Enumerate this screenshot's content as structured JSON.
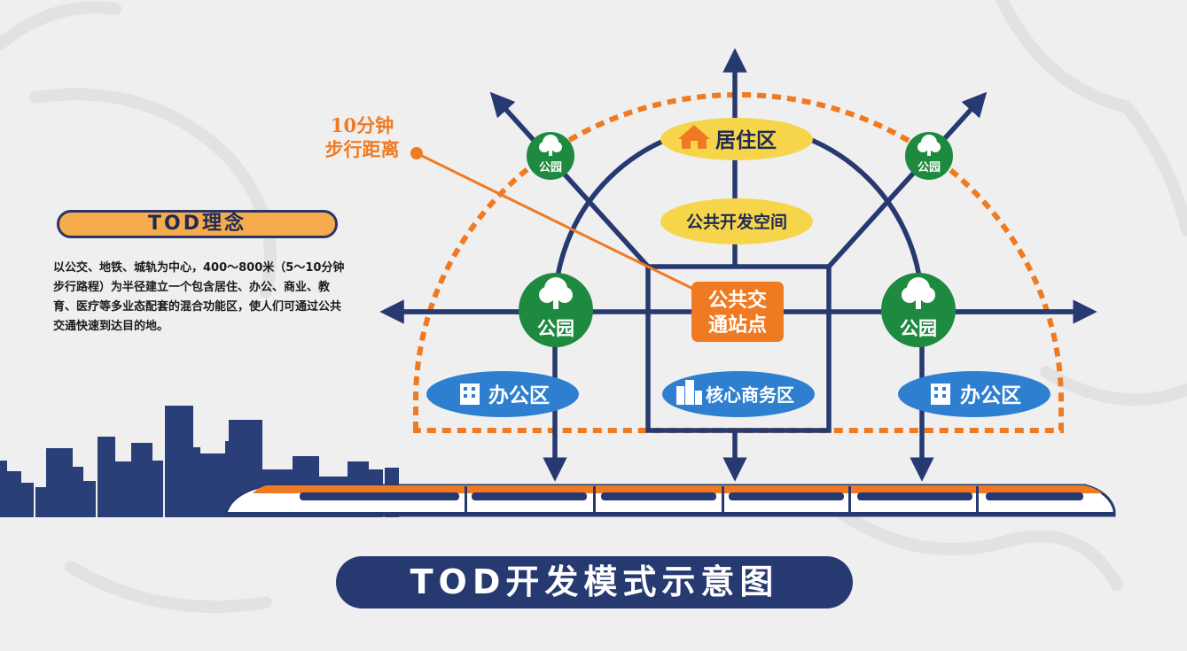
{
  "concept": {
    "title": "TOD理念",
    "text": "以公交、地铁、城轨为中心，400～800米（5～10分钟步行路程）为半径建立一个包含居住、办公、商业、教育、医疗等多业态配套的混合功能区，使人们可通过公共交通快速到达目的地。"
  },
  "walk": {
    "line1": "10分钟",
    "line2": "步行距离"
  },
  "zones": {
    "residential": "居住区",
    "public_space": "公共开发空间",
    "station_line1": "公共交",
    "station_line2": "通站点",
    "office_left": "办公区",
    "cbd": "核心商务区",
    "office_right": "办公区"
  },
  "parks": {
    "small_left": "公园",
    "small_right": "公园",
    "big_left": "公园",
    "big_right": "公园"
  },
  "title": "TOD开发模式示意图",
  "colors": {
    "navy": "#263970",
    "orange": "#f07a22",
    "yellow": "#f7d54a",
    "blue": "#2f7fd0",
    "green": "#1e8a3f",
    "skyline": "#2a3f78"
  }
}
